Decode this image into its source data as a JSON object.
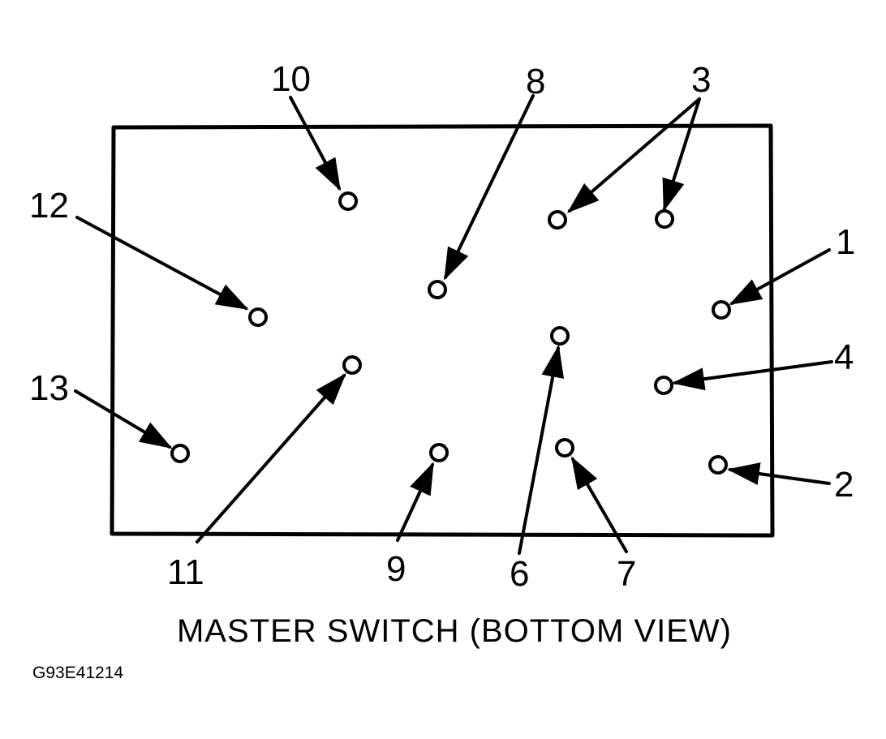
{
  "caption": "MASTER SWITCH (BOTTOM VIEW)",
  "figure_code": "G93E41214",
  "terminals": [
    {
      "id": "t1",
      "label": "1"
    },
    {
      "id": "t2",
      "label": "2"
    },
    {
      "id": "t3",
      "label": "3"
    },
    {
      "id": "t4",
      "label": "4"
    },
    {
      "id": "t6",
      "label": "6"
    },
    {
      "id": "t7",
      "label": "7"
    },
    {
      "id": "t8",
      "label": "8"
    },
    {
      "id": "t9",
      "label": "9"
    },
    {
      "id": "t10",
      "label": "10"
    },
    {
      "id": "t11",
      "label": "11"
    },
    {
      "id": "t12",
      "label": "12"
    },
    {
      "id": "t13",
      "label": "13"
    }
  ]
}
